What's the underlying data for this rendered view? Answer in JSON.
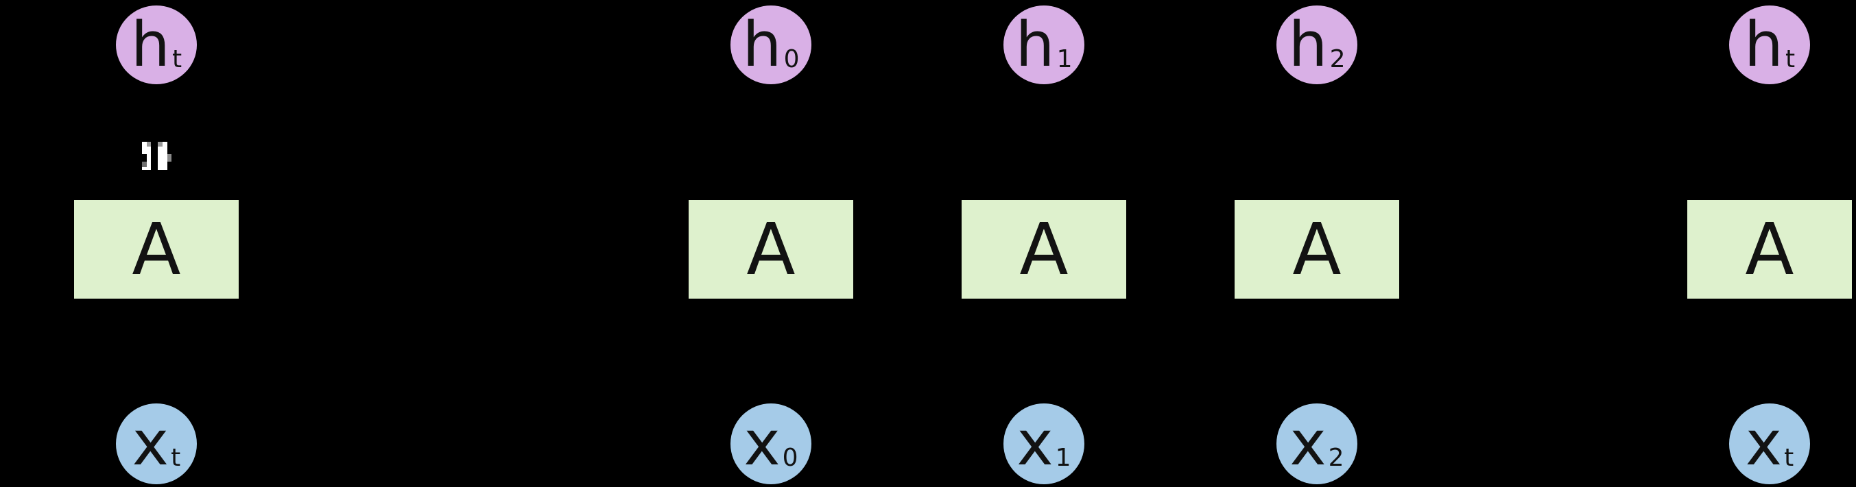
{
  "colors": {
    "background": "#000000",
    "hidden_node_fill": "#d9b0e6",
    "input_node_fill": "#a5cbe8",
    "cell_fill": "#def1cd",
    "label_text": "#121212",
    "loop_gap": "#ffffff"
  },
  "units": [
    {
      "id": "rolled",
      "hidden": {
        "base": "h",
        "sub": "t"
      },
      "cell": "A",
      "input": {
        "base": "x",
        "sub": "t"
      }
    },
    {
      "id": "step-0",
      "hidden": {
        "base": "h",
        "sub": "0"
      },
      "cell": "A",
      "input": {
        "base": "x",
        "sub": "0"
      }
    },
    {
      "id": "step-1",
      "hidden": {
        "base": "h",
        "sub": "1"
      },
      "cell": "A",
      "input": {
        "base": "x",
        "sub": "1"
      }
    },
    {
      "id": "step-2",
      "hidden": {
        "base": "h",
        "sub": "2"
      },
      "cell": "A",
      "input": {
        "base": "x",
        "sub": "2"
      }
    },
    {
      "id": "step-t",
      "hidden": {
        "base": "h",
        "sub": "t"
      },
      "cell": "A",
      "input": {
        "base": "x",
        "sub": "t"
      }
    }
  ]
}
